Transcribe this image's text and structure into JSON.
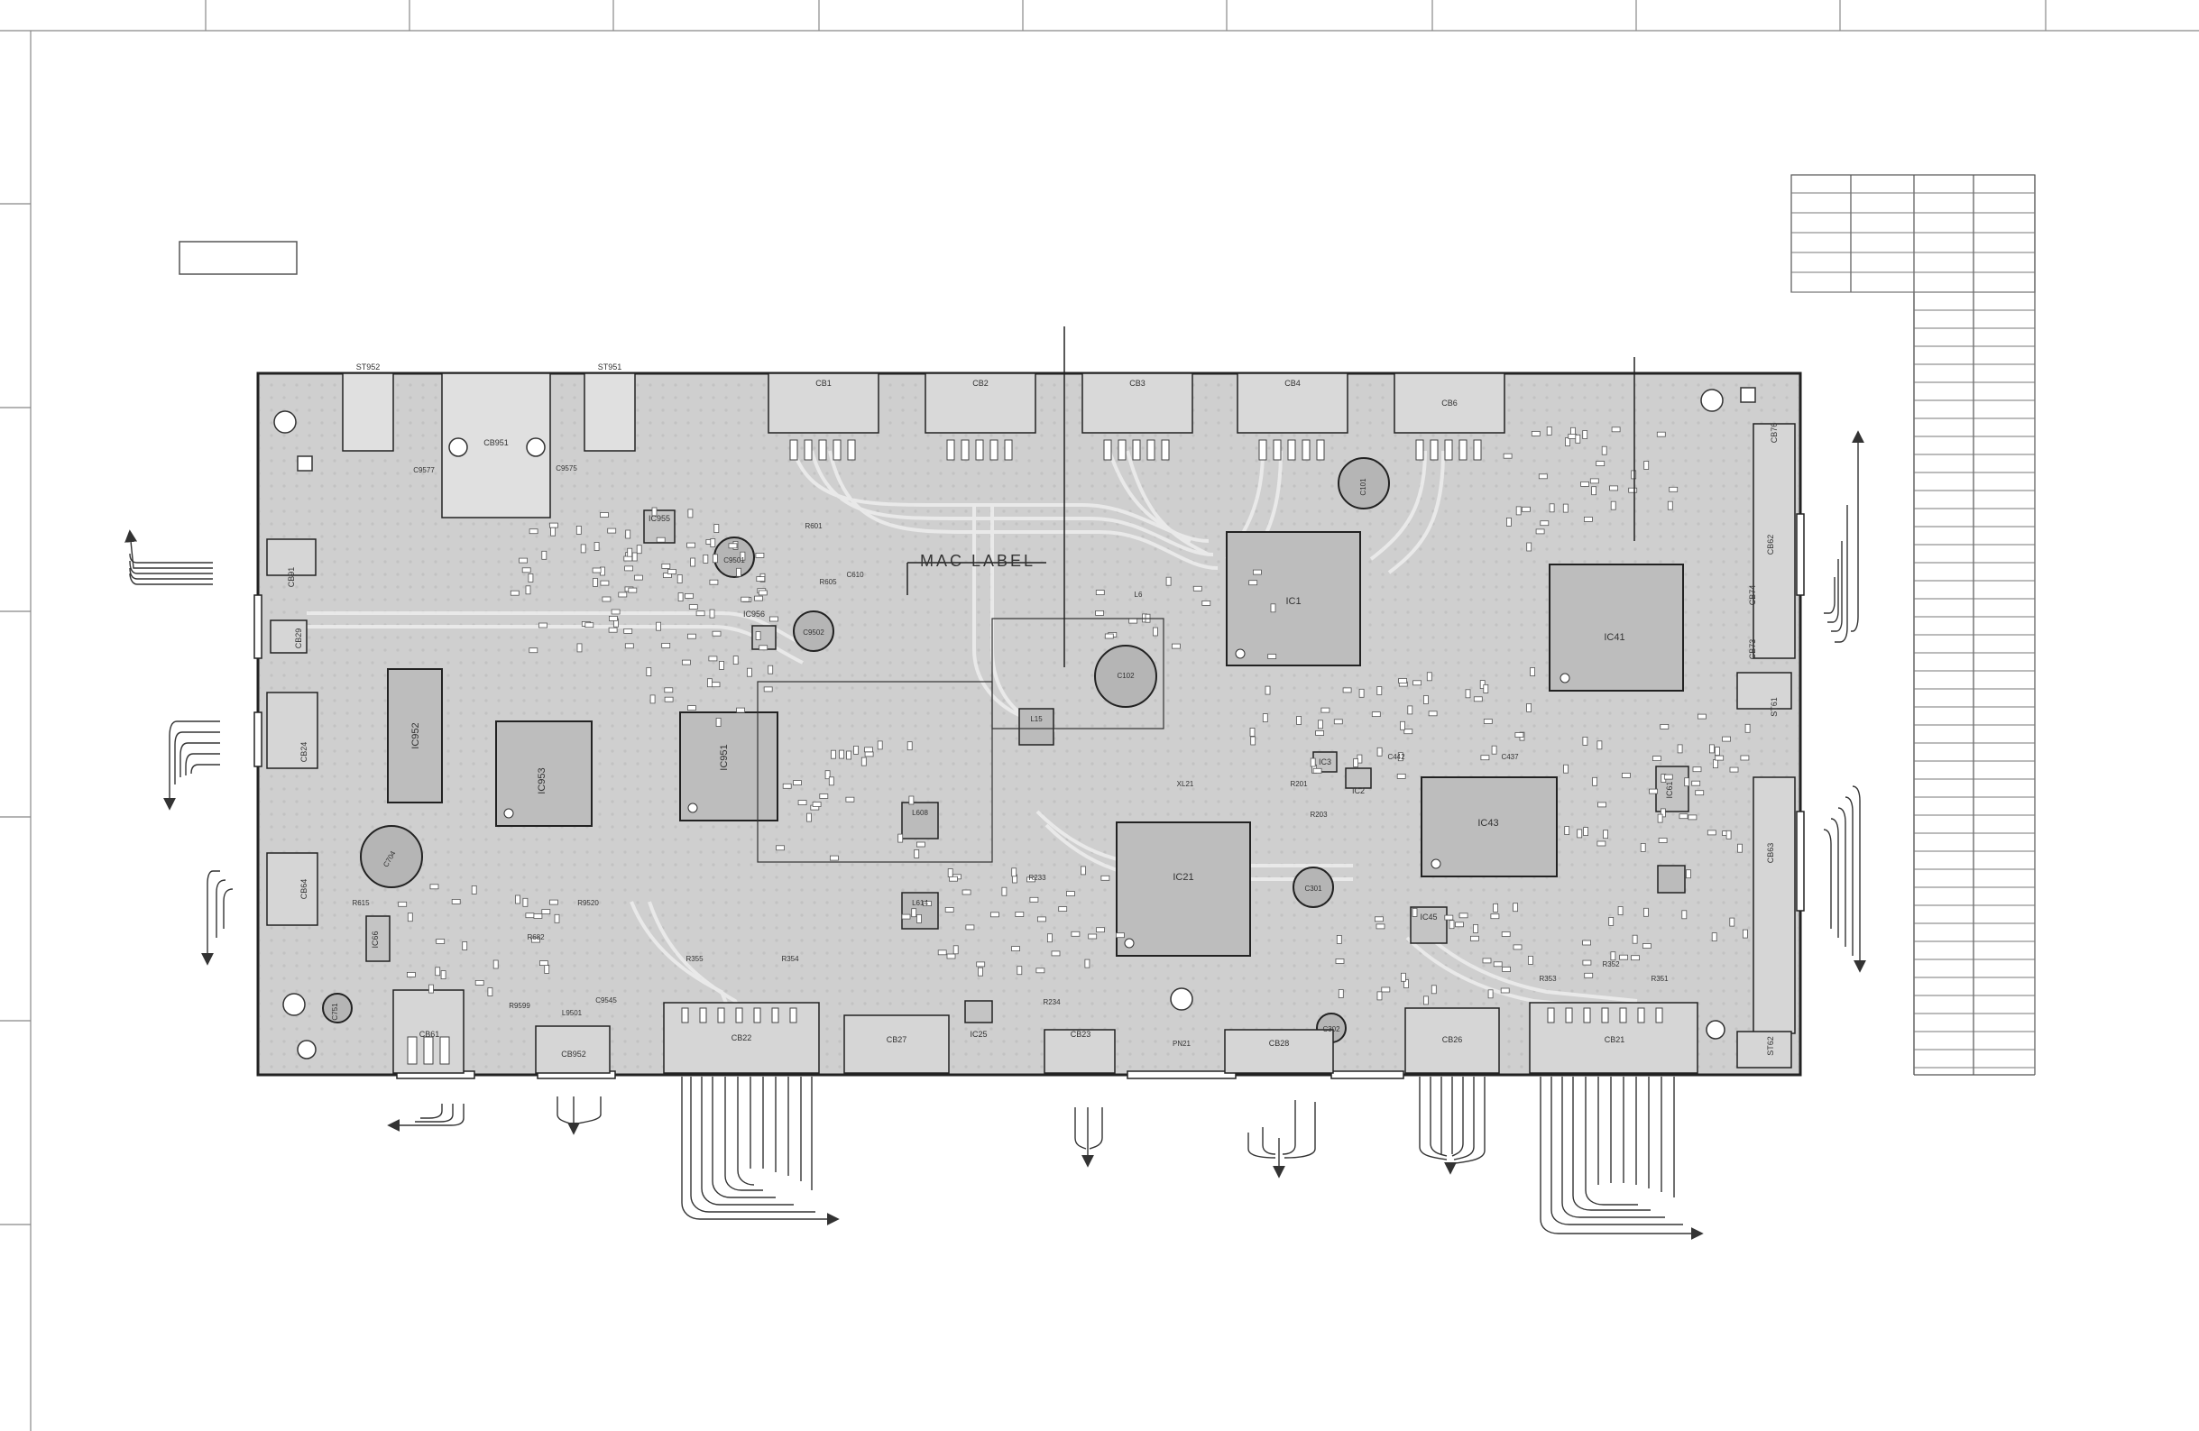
{
  "mac_label": "MAC LABEL",
  "ics": [
    {
      "id": "ic1",
      "text": "IC1"
    },
    {
      "id": "ic41",
      "text": "IC41"
    },
    {
      "id": "ic21",
      "text": "IC21"
    },
    {
      "id": "ic43",
      "text": "IC43"
    },
    {
      "id": "ic951",
      "text": "IC951"
    },
    {
      "id": "ic952",
      "text": "IC952"
    },
    {
      "id": "ic953",
      "text": "IC953"
    },
    {
      "id": "ic955",
      "text": "IC955"
    },
    {
      "id": "ic956",
      "text": "IC956"
    },
    {
      "id": "ic2",
      "text": "IC2"
    },
    {
      "id": "ic3",
      "text": "IC3"
    },
    {
      "id": "ic45",
      "text": "IC45"
    },
    {
      "id": "ic61",
      "text": "IC61"
    },
    {
      "id": "ic66",
      "text": "IC66"
    },
    {
      "id": "ic25",
      "text": "IC25"
    }
  ],
  "connectors": [
    {
      "id": "cb1",
      "text": "CB1"
    },
    {
      "id": "cb2",
      "text": "CB2"
    },
    {
      "id": "cb3",
      "text": "CB3"
    },
    {
      "id": "cb4",
      "text": "CB4"
    },
    {
      "id": "cb6",
      "text": "CB6"
    },
    {
      "id": "cb951",
      "text": "CB951"
    },
    {
      "id": "st952",
      "text": "ST952"
    },
    {
      "id": "st951",
      "text": "ST951"
    },
    {
      "id": "cb91",
      "text": "CB91"
    },
    {
      "id": "cb29",
      "text": "CB29"
    },
    {
      "id": "cb24",
      "text": "CB24"
    },
    {
      "id": "cb64",
      "text": "CB64"
    },
    {
      "id": "cb61",
      "text": "CB61"
    },
    {
      "id": "cb952",
      "text": "CB952"
    },
    {
      "id": "cb22",
      "text": "CB22"
    },
    {
      "id": "cb27",
      "text": "CB27"
    },
    {
      "id": "cb23",
      "text": "CB23"
    },
    {
      "id": "cb28",
      "text": "CB28"
    },
    {
      "id": "cb26",
      "text": "CB26"
    },
    {
      "id": "cb21",
      "text": "CB21"
    },
    {
      "id": "cb76",
      "text": "CB76"
    },
    {
      "id": "cb62",
      "text": "CB62"
    },
    {
      "id": "cb74",
      "text": "CB74"
    },
    {
      "id": "cb73",
      "text": "CB73"
    },
    {
      "id": "st61",
      "text": "ST61"
    },
    {
      "id": "cb63",
      "text": "CB63"
    },
    {
      "id": "st62",
      "text": "ST62"
    }
  ],
  "parts": [
    {
      "id": "c101",
      "text": "C101"
    },
    {
      "id": "c102",
      "text": "C102"
    },
    {
      "id": "c9501",
      "text": "C9501"
    },
    {
      "id": "c9502",
      "text": "C9502"
    },
    {
      "id": "c301",
      "text": "C301"
    },
    {
      "id": "c302",
      "text": "C302"
    },
    {
      "id": "c704",
      "text": "C704"
    },
    {
      "id": "c751",
      "text": "C751"
    },
    {
      "id": "l15",
      "text": "L15"
    },
    {
      "id": "l608",
      "text": "L608"
    },
    {
      "id": "l614",
      "text": "L614"
    },
    {
      "id": "pn21",
      "text": "PN21"
    },
    {
      "id": "xl21",
      "text": "XL21"
    },
    {
      "id": "r9599",
      "text": "R9599"
    },
    {
      "id": "c9545",
      "text": "C9545"
    },
    {
      "id": "l9501",
      "text": "L9501"
    },
    {
      "id": "c9575",
      "text": "C9575"
    },
    {
      "id": "c9577",
      "text": "C9577"
    },
    {
      "id": "r353",
      "text": "R353"
    },
    {
      "id": "r351",
      "text": "R351"
    },
    {
      "id": "r352",
      "text": "R352"
    },
    {
      "id": "r354",
      "text": "R354"
    },
    {
      "id": "r355",
      "text": "R355"
    },
    {
      "id": "r9520",
      "text": "R9520"
    },
    {
      "id": "r615",
      "text": "R615"
    },
    {
      "id": "r682",
      "text": "R682"
    },
    {
      "id": "r233",
      "text": "R233"
    },
    {
      "id": "r234",
      "text": "R234"
    },
    {
      "id": "c442",
      "text": "C442"
    },
    {
      "id": "c437",
      "text": "C437"
    },
    {
      "id": "r201",
      "text": "R201"
    },
    {
      "id": "r203",
      "text": "R203"
    },
    {
      "id": "l6",
      "text": "L6"
    },
    {
      "id": "r601",
      "text": "R601"
    },
    {
      "id": "r605",
      "text": "R605"
    },
    {
      "id": "c610",
      "text": "C610"
    }
  ]
}
